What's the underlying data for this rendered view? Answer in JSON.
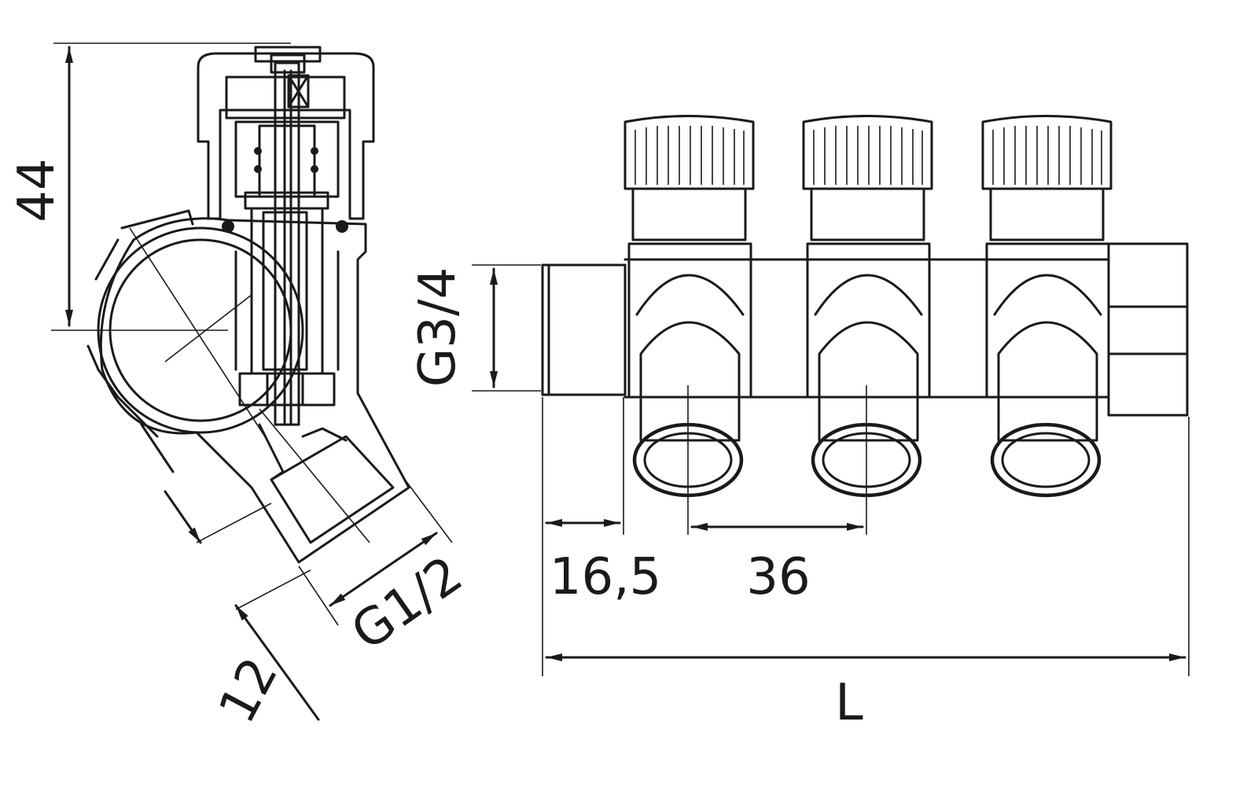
{
  "dimensions": {
    "height_44": "44",
    "thread_main": "G3/4",
    "thread_outlet": "G1/2",
    "depth_12": "12",
    "offset": "16,5",
    "spacing": "36",
    "length": "L"
  },
  "colors": {
    "line": "#1a1a1a",
    "background": "#ffffff"
  }
}
